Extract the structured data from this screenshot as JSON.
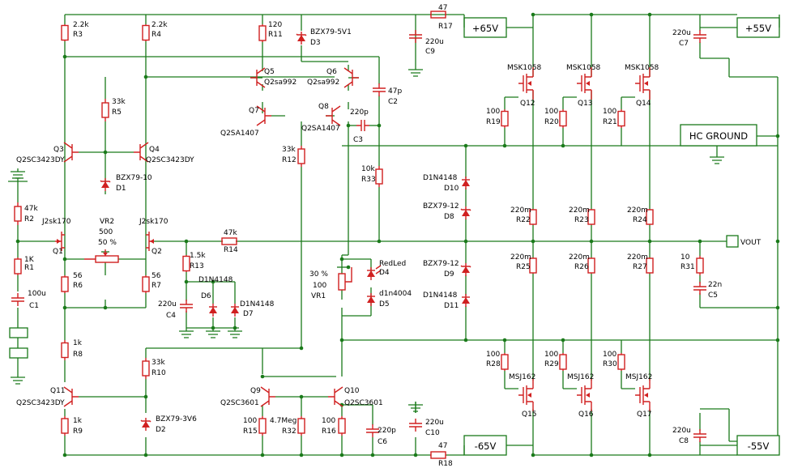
{
  "rails": {
    "pos65": "+65V",
    "neg65": "-65V",
    "pos55": "+55V",
    "neg55": "-55V",
    "hc_ground": "HC GROUND",
    "vout": "VOUT"
  },
  "resistors": {
    "R3": {
      "value": "2.2k",
      "ref": "R3"
    },
    "R4": {
      "value": "2.2k",
      "ref": "R4"
    },
    "R5": {
      "value": "33k",
      "ref": "R5"
    },
    "R11": {
      "value": "120",
      "ref": "R11"
    },
    "R17": {
      "value": "47",
      "ref": "R17"
    },
    "R18": {
      "value": "47",
      "ref": "R18"
    },
    "R2": {
      "value": "47k",
      "ref": "R2"
    },
    "R1": {
      "value": "1K",
      "ref": "R1"
    },
    "R6": {
      "value": "56",
      "ref": "R6"
    },
    "R7": {
      "value": "56",
      "ref": "R7"
    },
    "R8": {
      "value": "1k",
      "ref": "R8"
    },
    "R9": {
      "value": "1k",
      "ref": "R9"
    },
    "R10": {
      "value": "33k",
      "ref": "R10"
    },
    "R12": {
      "value": "33k",
      "ref": "R12"
    },
    "R13": {
      "value": "1.5k",
      "ref": "R13"
    },
    "R14": {
      "value": "47k",
      "ref": "R14"
    },
    "R15": {
      "value": "100",
      "ref": "R15"
    },
    "R16": {
      "value": "100",
      "ref": "R16"
    },
    "R32": {
      "value": "4.7Meg",
      "ref": "R32"
    },
    "R33": {
      "value": "10k",
      "ref": "R33"
    },
    "R19": {
      "value": "100",
      "ref": "R19"
    },
    "R20": {
      "value": "100",
      "ref": "R20"
    },
    "R21": {
      "value": "100",
      "ref": "R21"
    },
    "R22": {
      "value": "220m",
      "ref": "R22"
    },
    "R23": {
      "value": "220m",
      "ref": "R23"
    },
    "R24": {
      "value": "220m",
      "ref": "R24"
    },
    "R25": {
      "value": "220m",
      "ref": "R25"
    },
    "R26": {
      "value": "220m",
      "ref": "R26"
    },
    "R27": {
      "value": "220m",
      "ref": "R27"
    },
    "R28": {
      "value": "100",
      "ref": "R28"
    },
    "R29": {
      "value": "100",
      "ref": "R29"
    },
    "R30": {
      "value": "100",
      "ref": "R30"
    },
    "R31": {
      "value": "10",
      "ref": "R31"
    }
  },
  "capacitors": {
    "C1": {
      "value": "100u",
      "ref": "C1"
    },
    "C2": {
      "value": "47p",
      "ref": "C2"
    },
    "C3": {
      "value": "220p",
      "ref": "C3"
    },
    "C4": {
      "value": "220u",
      "ref": "C4"
    },
    "C5": {
      "value": "22n",
      "ref": "C5"
    },
    "C6": {
      "value": "220p",
      "ref": "C6"
    },
    "C7": {
      "value": "220u",
      "ref": "C7"
    },
    "C8": {
      "value": "220u",
      "ref": "C8"
    },
    "C9": {
      "value": "220u",
      "ref": "C9"
    },
    "C10": {
      "value": "220u",
      "ref": "C10"
    }
  },
  "diodes": {
    "D1": {
      "part": "BZX79-10",
      "ref": "D1"
    },
    "D2": {
      "part": "BZX79-3V6",
      "ref": "D2"
    },
    "D3": {
      "part": "BZX79-5V1",
      "ref": "D3"
    },
    "D4": {
      "part": "RedLed",
      "ref": "D4"
    },
    "D5": {
      "part": "d1n4004",
      "ref": "D5"
    },
    "D6": {
      "part": "D1N4148",
      "ref": "D6"
    },
    "D7": {
      "part": "D1N4148",
      "ref": "D7"
    },
    "D8": {
      "part": "BZX79-12",
      "ref": "D8"
    },
    "D9": {
      "part": "BZX79-12",
      "ref": "D9"
    },
    "D10": {
      "part": "D1N4148",
      "ref": "D10"
    },
    "D11": {
      "part": "D1N4148",
      "ref": "D11"
    }
  },
  "transistors": {
    "Q1": {
      "part": "J2sk170",
      "ref": "Q1"
    },
    "Q2": {
      "part": "J2sk170",
      "ref": "Q2"
    },
    "Q3": {
      "part": "Q2SC3423DY",
      "ref": "Q3"
    },
    "Q4": {
      "part": "Q2SC3423DY",
      "ref": "Q4"
    },
    "Q5": {
      "part": "Q2sa992",
      "ref": "Q5"
    },
    "Q6": {
      "part": "Q2sa992",
      "ref": "Q6"
    },
    "Q7": {
      "part": "Q2SA1407",
      "ref": "Q7"
    },
    "Q8": {
      "part": "Q2SA1407",
      "ref": "Q8"
    },
    "Q9": {
      "part": "Q2SC3601",
      "ref": "Q9"
    },
    "Q10": {
      "part": "Q2SC3601",
      "ref": "Q10"
    },
    "Q11": {
      "part": "Q2SC3423DY",
      "ref": "Q11"
    },
    "Q12": {
      "part": "MSK1058",
      "ref": "Q12"
    },
    "Q13": {
      "part": "MSK1058",
      "ref": "Q13"
    },
    "Q14": {
      "part": "MSK1058",
      "ref": "Q14"
    },
    "Q15": {
      "part": "MSJ162",
      "ref": "Q15"
    },
    "Q16": {
      "part": "MSJ162",
      "ref": "Q16"
    },
    "Q17": {
      "part": "MSJ162",
      "ref": "Q17"
    }
  },
  "pots": {
    "VR2": {
      "ref": "VR2",
      "value": "500",
      "setting": "50 %"
    },
    "VR1": {
      "ref": "VR1",
      "value": "100",
      "setting": "30 %"
    }
  }
}
